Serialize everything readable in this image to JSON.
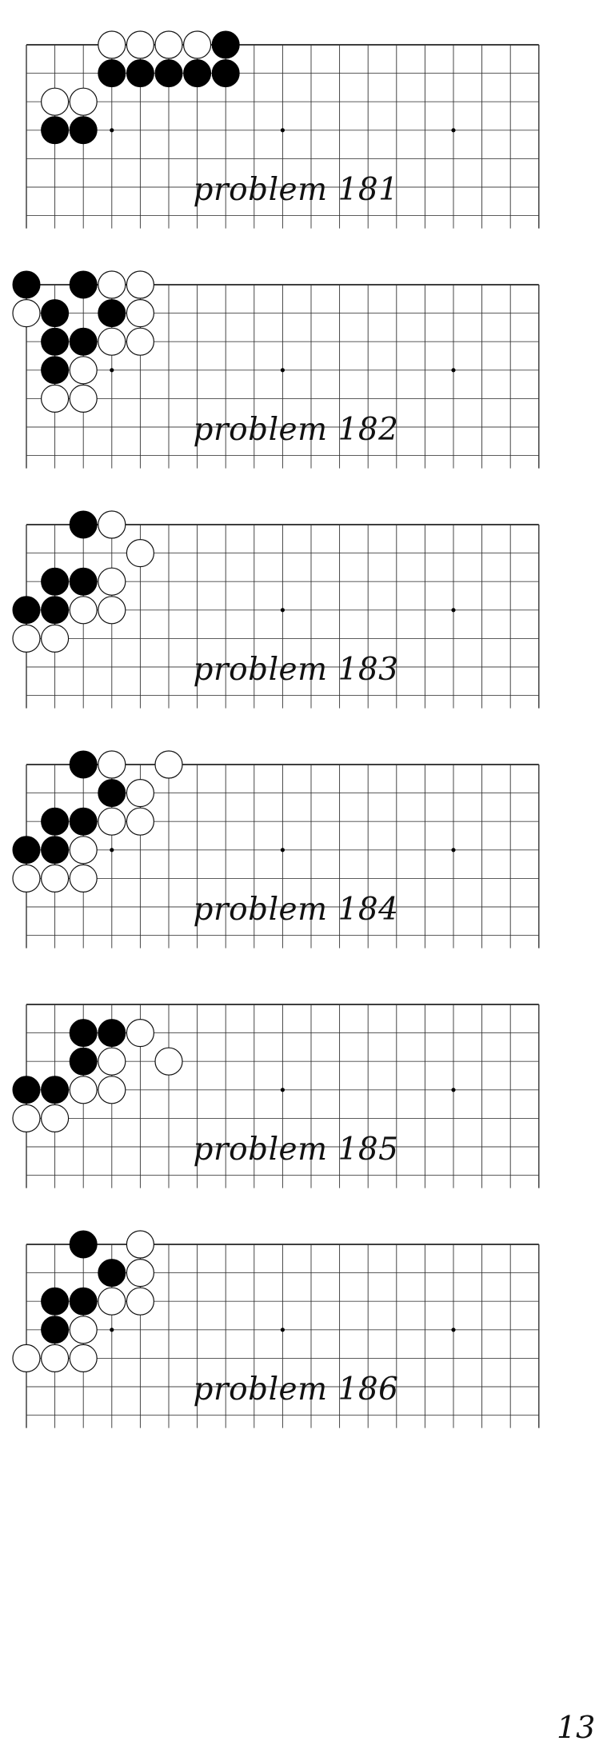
{
  "page_number": "13",
  "board": {
    "columns": 19,
    "visible_rows": 6,
    "star_points": [
      [
        3,
        3
      ],
      [
        9,
        3
      ],
      [
        15,
        3
      ]
    ]
  },
  "problems": [
    {
      "label": "problem 181",
      "black": [
        [
          7,
          0
        ],
        [
          3,
          1
        ],
        [
          4,
          1
        ],
        [
          5,
          1
        ],
        [
          6,
          1
        ],
        [
          7,
          1
        ],
        [
          1,
          3
        ],
        [
          2,
          3
        ]
      ],
      "white": [
        [
          3,
          0
        ],
        [
          4,
          0
        ],
        [
          5,
          0
        ],
        [
          6,
          0
        ],
        [
          1,
          2
        ],
        [
          2,
          2
        ]
      ]
    },
    {
      "label": "problem 182",
      "black": [
        [
          0,
          0
        ],
        [
          2,
          0
        ],
        [
          1,
          1
        ],
        [
          3,
          1
        ],
        [
          1,
          2
        ],
        [
          2,
          2
        ],
        [
          1,
          3
        ]
      ],
      "white": [
        [
          3,
          0
        ],
        [
          4,
          0
        ],
        [
          0,
          1
        ],
        [
          4,
          1
        ],
        [
          3,
          2
        ],
        [
          4,
          2
        ],
        [
          2,
          3
        ],
        [
          1,
          4
        ],
        [
          2,
          4
        ]
      ]
    },
    {
      "label": "problem 183",
      "black": [
        [
          2,
          0
        ],
        [
          1,
          2
        ],
        [
          2,
          2
        ],
        [
          0,
          3
        ],
        [
          1,
          3
        ]
      ],
      "white": [
        [
          3,
          0
        ],
        [
          4,
          1
        ],
        [
          3,
          2
        ],
        [
          2,
          3
        ],
        [
          3,
          3
        ],
        [
          0,
          4
        ],
        [
          1,
          4
        ]
      ]
    },
    {
      "label": "problem 184",
      "black": [
        [
          2,
          0
        ],
        [
          3,
          1
        ],
        [
          1,
          2
        ],
        [
          2,
          2
        ],
        [
          0,
          3
        ],
        [
          1,
          3
        ]
      ],
      "white": [
        [
          3,
          0
        ],
        [
          5,
          0
        ],
        [
          4,
          1
        ],
        [
          3,
          2
        ],
        [
          4,
          2
        ],
        [
          2,
          3
        ],
        [
          0,
          4
        ],
        [
          1,
          4
        ],
        [
          2,
          4
        ]
      ]
    },
    {
      "label": "problem 185",
      "black": [
        [
          2,
          1
        ],
        [
          3,
          1
        ],
        [
          2,
          2
        ],
        [
          0,
          3
        ],
        [
          1,
          3
        ]
      ],
      "white": [
        [
          4,
          1
        ],
        [
          3,
          2
        ],
        [
          5,
          2
        ],
        [
          2,
          3
        ],
        [
          3,
          3
        ],
        [
          0,
          4
        ],
        [
          1,
          4
        ]
      ]
    },
    {
      "label": "problem 186",
      "black": [
        [
          2,
          0
        ],
        [
          3,
          1
        ],
        [
          1,
          2
        ],
        [
          2,
          2
        ],
        [
          1,
          3
        ]
      ],
      "white": [
        [
          4,
          0
        ],
        [
          4,
          1
        ],
        [
          3,
          2
        ],
        [
          4,
          2
        ],
        [
          2,
          3
        ],
        [
          0,
          4
        ],
        [
          1,
          4
        ],
        [
          2,
          4
        ]
      ]
    }
  ]
}
